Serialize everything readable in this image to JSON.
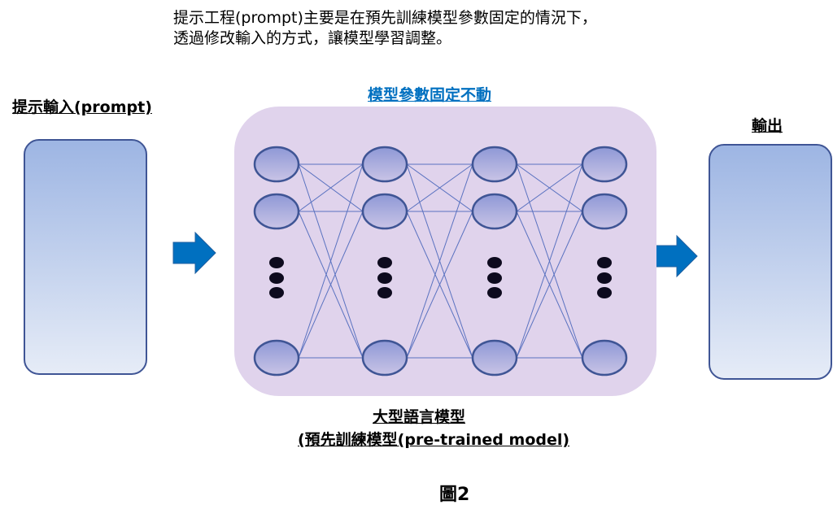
{
  "caption": {
    "line1": "提示工程(prompt)主要是在預先訓練模型參數固定的情況下，",
    "line2": "透過修改輸入的方式，讓模型學習調整。"
  },
  "input_label": "提示輸入(prompt)",
  "output_label": "輸出",
  "frozen_label": "模型參數固定不動",
  "model_label": {
    "line1": "大型語言模型",
    "line2": "(預先訓練模型(pre-trained model)"
  },
  "figure_label": "圖2",
  "colors": {
    "frozen_label": "#0070c0",
    "model_bg": "#e0d3ec",
    "node_stroke": "#3f5595",
    "arrow": "#0070c0",
    "box_stroke": "#3f5595"
  }
}
